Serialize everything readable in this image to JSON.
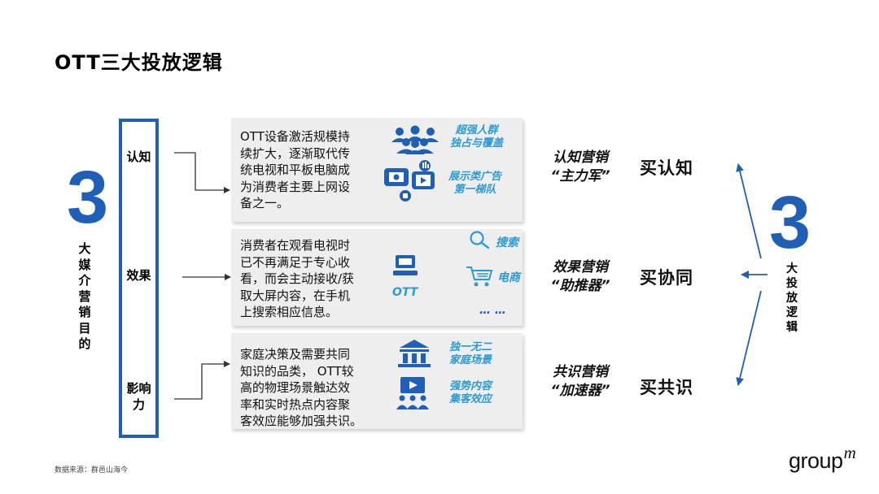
{
  "title": "OTT三大投放逻辑",
  "left_number": "3",
  "left_label": [
    "大",
    "媒",
    "介",
    "营",
    "销",
    "目",
    "的"
  ],
  "right_number": "3",
  "right_label": [
    "大",
    "投",
    "放",
    "逻",
    "辑"
  ],
  "bar_items": [
    {
      "label_lines": [
        "认知"
      ]
    },
    {
      "label_lines": [
        "效果"
      ]
    },
    {
      "label_lines": [
        "影响",
        "力"
      ]
    }
  ],
  "boxes": [
    {
      "text": "OTT设备激活规模持\n续扩大，逐渐取代传\n统电视和平板电脑成\n为消费者主要上网设\n备之一。",
      "tags": [
        {
          "lines": [
            "超强人群",
            "独占与覆盖"
          ],
          "icon": "crowd-icon"
        },
        {
          "lines": [
            "展示类广告",
            "第一梯队"
          ],
          "icon": "display-ads-icon"
        }
      ]
    },
    {
      "text": "消费者在观看电视时\n已不再满足于专心收\n看，而会主动接收/获\n取大屏内容，在手机\n上搜索相应信息。",
      "ott_label": "OTT",
      "tags": [
        {
          "lines": [
            "搜索"
          ],
          "icon": "search-icon"
        },
        {
          "lines": [
            "电商"
          ],
          "icon": "shopping-cart-icon"
        },
        {
          "lines": [
            "… …"
          ],
          "icon": ""
        }
      ]
    },
    {
      "text": "家庭决策及需要共同\n知识的品类， OTT较\n高的物理场景触达效\n率和实时热点内容聚\n客效应能够加强共识。",
      "tags": [
        {
          "lines": [
            "独一无二",
            "家庭场景"
          ],
          "icon": "house-icon"
        },
        {
          "lines": [
            "强势内容",
            "集客效应"
          ],
          "icon": "audience-screen-icon"
        }
      ]
    }
  ],
  "marketing": [
    {
      "lines": [
        "认知营销",
        "“主力军”"
      ],
      "buy": "买认知"
    },
    {
      "lines": [
        "效果营销",
        "“助推器”"
      ],
      "buy": "买协同"
    },
    {
      "lines": [
        "共识营销",
        "“加速器”"
      ],
      "buy": "买共识"
    }
  ],
  "source": "数据来源：群邑山海今",
  "logo": {
    "text": "group",
    "sup": "m"
  },
  "colors": {
    "brand_blue": "#1f5fb8",
    "tag_blue": "#2b9ad6",
    "box_bg": "#eeeeee"
  }
}
